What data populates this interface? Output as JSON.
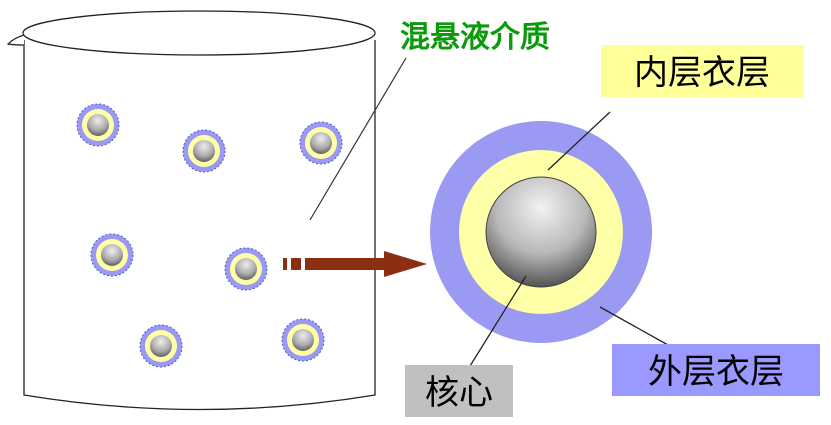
{
  "labels": {
    "medium": "混悬液介质",
    "inner_layer": "内层衣层",
    "outer_layer": "外层衣层",
    "core": "核心"
  },
  "colors": {
    "medium_text": "#0a9a0a",
    "inner_box": "#ffff99",
    "outer_box": "#9999ff",
    "core_box": "#c0c0c0",
    "outer_ring": "#9a9af2",
    "inner_ring": "#ffffa8",
    "arrow": "#8b2e12",
    "line": "#222222"
  },
  "particle_count": 7
}
